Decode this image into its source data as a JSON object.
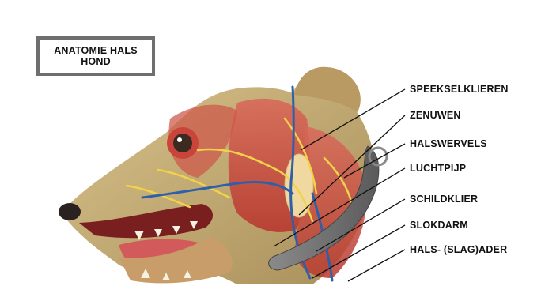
{
  "title": {
    "line1": "ANATOMIE HALS",
    "line2": "HOND"
  },
  "labels": [
    "SPEEKSELKLIEREN",
    "ZENUWEN",
    "HALSWERVELS",
    "LUCHTPIJP",
    "SCHILDKLIER",
    "SLOKDARM",
    "HALS- (SLAG)ADER"
  ],
  "colors": {
    "muscle": "#c9443a",
    "nerve": "#f2d24a",
    "vein": "#2f5fa8",
    "gland": "#efd9a0",
    "collar": "#6a6a6a",
    "skin": "#c8b07a"
  }
}
